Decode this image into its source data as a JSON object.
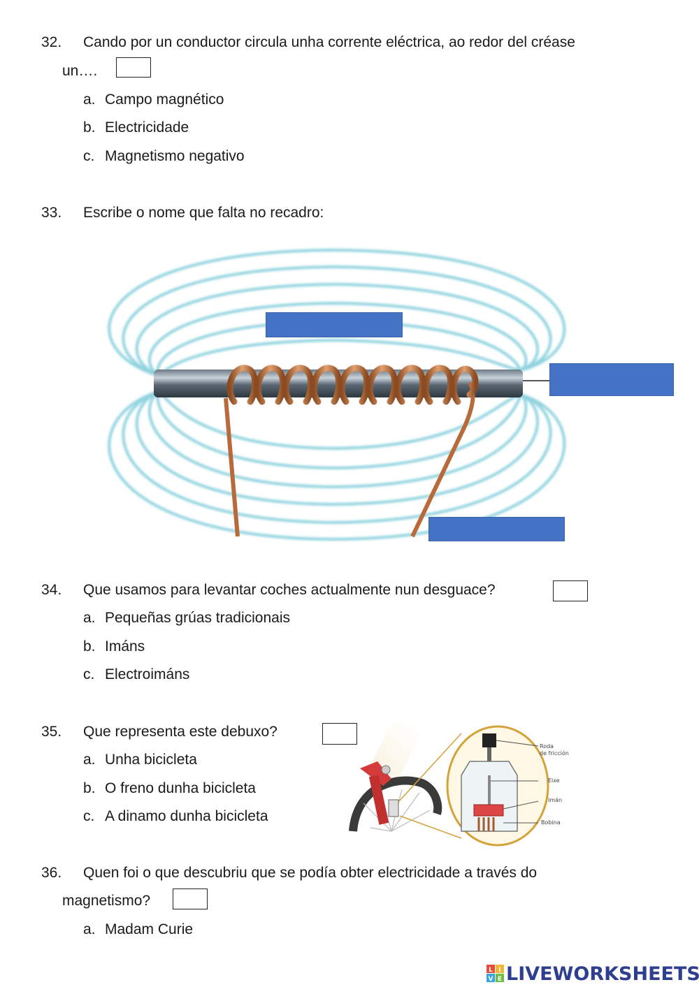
{
  "questions": [
    {
      "num": "32.",
      "line1": "Cando por un conductor circula unha corrente eléctrica, ao redor del créase",
      "line2": "un….",
      "options": [
        {
          "letter": "a.",
          "text": "Campo magnético"
        },
        {
          "letter": "b.",
          "text": "Electricidade"
        },
        {
          "letter": "c.",
          "text": "Magnetismo negativo"
        }
      ]
    },
    {
      "num": "33.",
      "line1": "Escribe o nome que falta no recadro:"
    },
    {
      "num": "34.",
      "line1": "Que usamos para levantar coches actualmente nun desguace?",
      "options": [
        {
          "letter": "a.",
          "text": "Pequeñas grúas tradicionais"
        },
        {
          "letter": "b.",
          "text": "Imáns"
        },
        {
          "letter": "c.",
          "text": "Electroimáns"
        }
      ]
    },
    {
      "num": "35.",
      "line1": "Que representa este debuxo?",
      "options": [
        {
          "letter": "a.",
          "text": "Unha bicicleta"
        },
        {
          "letter": "b.",
          "text": "O freno dunha bicicleta"
        },
        {
          "letter": "c.",
          "text": "A dinamo dunha bicicleta"
        }
      ]
    },
    {
      "num": "36.",
      "line1": "Quen foi o que descubriu que se podía obter electricidade a través do",
      "line2": "magnetismo?",
      "options": [
        {
          "letter": "a.",
          "text": "Madam Curie"
        }
      ]
    }
  ],
  "dynamo_labels": {
    "roda": "Roda",
    "friccion": "de fricción",
    "eixe": "Eixe",
    "iman": "Imán",
    "bobina": "Bobina"
  },
  "brand": {
    "name": "LIVEWORKSHEETS",
    "icon_letters": [
      "L",
      "I",
      "V",
      "E"
    ]
  },
  "colors": {
    "label_box": "#4472c4",
    "field_lines": "#8fd3df",
    "copper": "#b86a3a",
    "brand": "#2f3f8f"
  }
}
